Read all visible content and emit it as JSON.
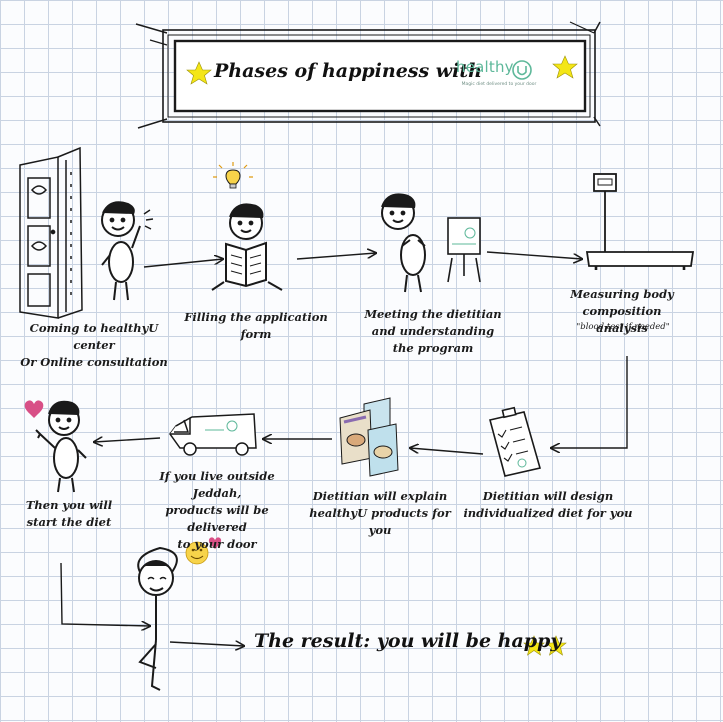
{
  "header": {
    "title": "Phases of happiness with",
    "logo_word": "healthy",
    "logo_tagline": "Magic diet delivered to your door"
  },
  "steps": [
    {
      "id": "coming",
      "text": "Coming to healthyU center\nOr Online consultation"
    },
    {
      "id": "filling",
      "text": "Filling the application form"
    },
    {
      "id": "meeting",
      "text": "Meeting the dietitian\nand understanding\nthe program"
    },
    {
      "id": "measuring",
      "text": "Measuring body composition\nanalysis"
    },
    {
      "id": "measuring_note",
      "text": "\"blood test if needed\""
    },
    {
      "id": "design",
      "text": "Dietitian will design\nindividualized diet for you"
    },
    {
      "id": "explain",
      "text": "Dietitian will explain\nhealthyU products for you"
    },
    {
      "id": "delivered",
      "text": "If you live outside Jeddah,\nproducts will be delivered\nto your door"
    },
    {
      "id": "start",
      "text": "Then you will\nstart the diet"
    }
  ],
  "result": {
    "text": "The result: you will be happy"
  },
  "icons": [
    "door-icon",
    "stick-figure-phone-icon",
    "lightbulb-icon",
    "stick-figure-reading-icon",
    "stick-figure-presenter-icon",
    "flipchart-board-icon",
    "body-scale-icon",
    "clipboard-checklist-icon",
    "product-boxes-icon",
    "delivery-van-icon",
    "stick-figure-waving-icon",
    "heart-icon",
    "stick-figure-yoga-icon",
    "smiley-face-icon",
    "star-icon"
  ],
  "colors": {
    "ink": "#1a1a1a",
    "brand_green": "#5eb89a",
    "star_yellow": "#f4e616",
    "heart_pink": "#d84f86",
    "smiley_yellow": "#f7d34a",
    "grid": "#c9d3e2"
  }
}
